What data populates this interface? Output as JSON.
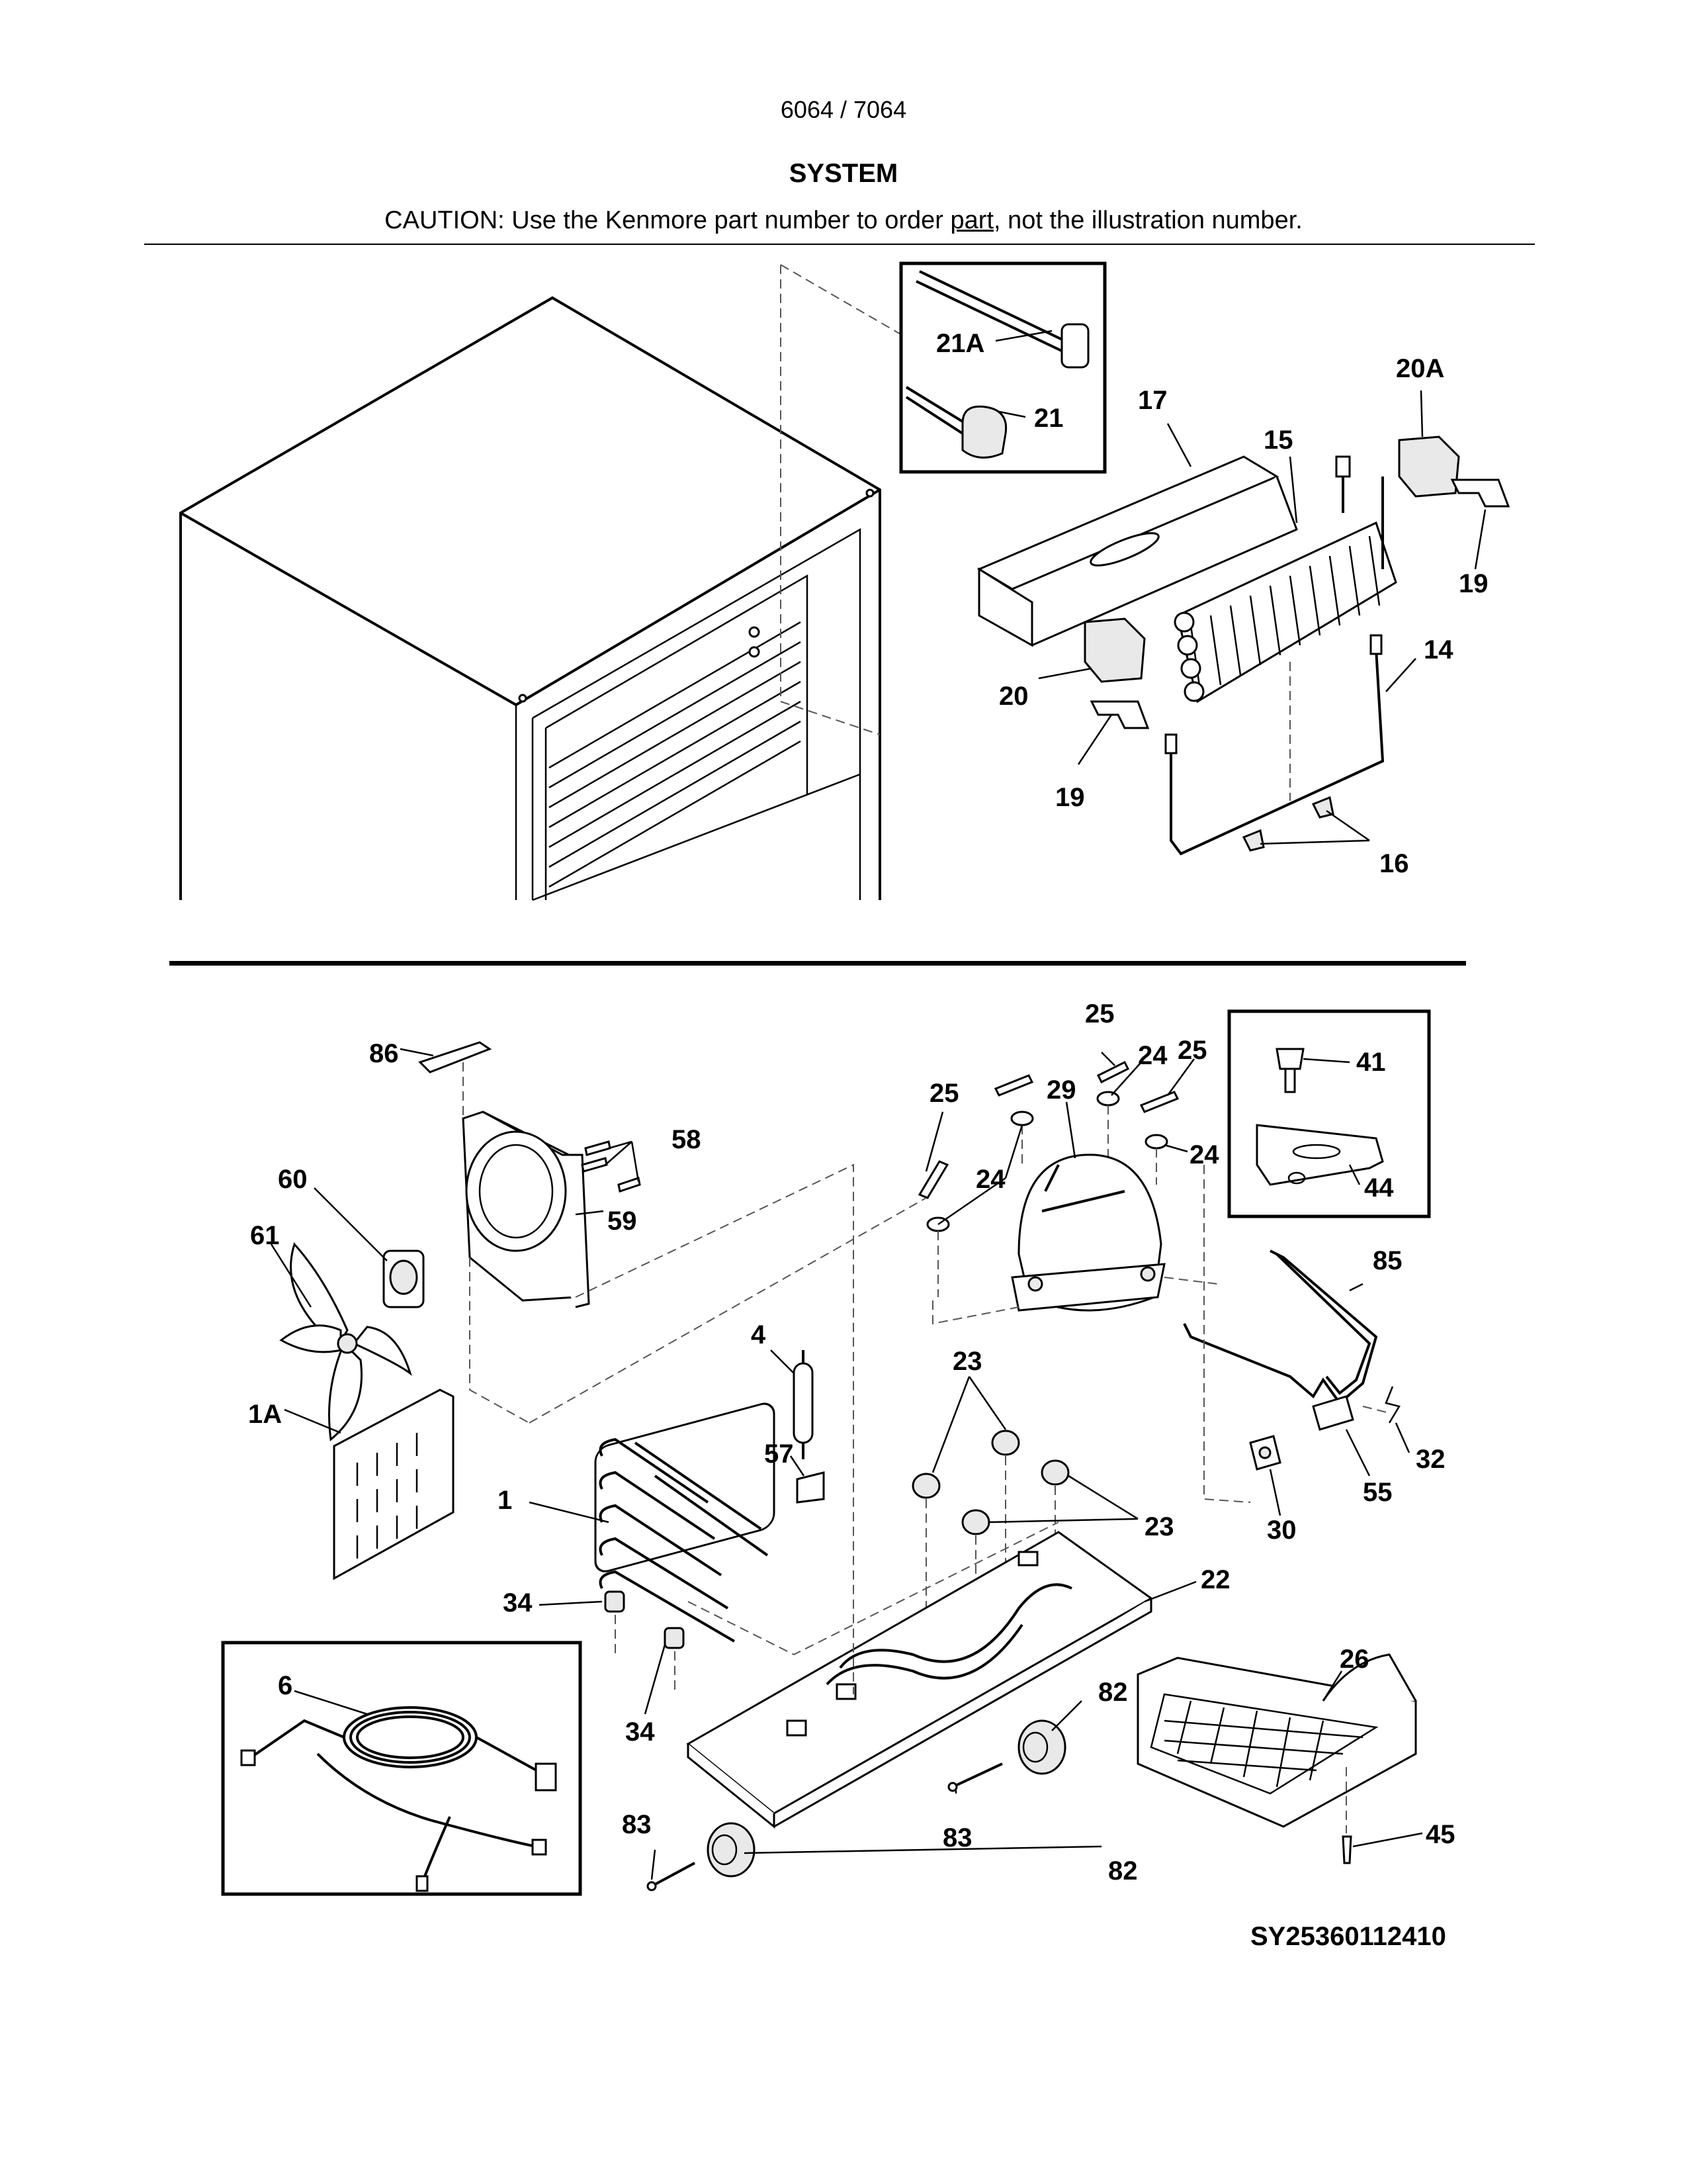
{
  "header": {
    "model": "6064 / 7064",
    "title": "SYSTEM",
    "caution_before": "CAUTION: Use the Kenmore part number to order ",
    "caution_link": "part",
    "caution_after": ", not the illustration number."
  },
  "footer": {
    "code": "SY25360112410"
  },
  "labels": {
    "l21a": "21A",
    "l21": "21",
    "l17": "17",
    "l20a": "20A",
    "l15": "15",
    "l19a": "19",
    "l14": "14",
    "l20": "20",
    "l19b": "19",
    "l16": "16",
    "l86": "86",
    "l58": "58",
    "l60": "60",
    "l59": "59",
    "l61": "61",
    "l1a": "1A",
    "l1": "1",
    "l4": "4",
    "l57": "57",
    "l34a": "34",
    "l34b": "34",
    "l6": "6",
    "l25a": "25",
    "l25b": "25",
    "l25c": "25",
    "l24a": "24",
    "l24b": "24",
    "l24c": "24",
    "l29": "29",
    "l23a": "23",
    "l23b": "23",
    "l22": "22",
    "l26": "26",
    "l82a": "82",
    "l82b": "82",
    "l83a": "83",
    "l83b": "83",
    "l45": "45",
    "l41": "41",
    "l44": "44",
    "l85": "85",
    "l32": "32",
    "l55": "55",
    "l30": "30"
  }
}
